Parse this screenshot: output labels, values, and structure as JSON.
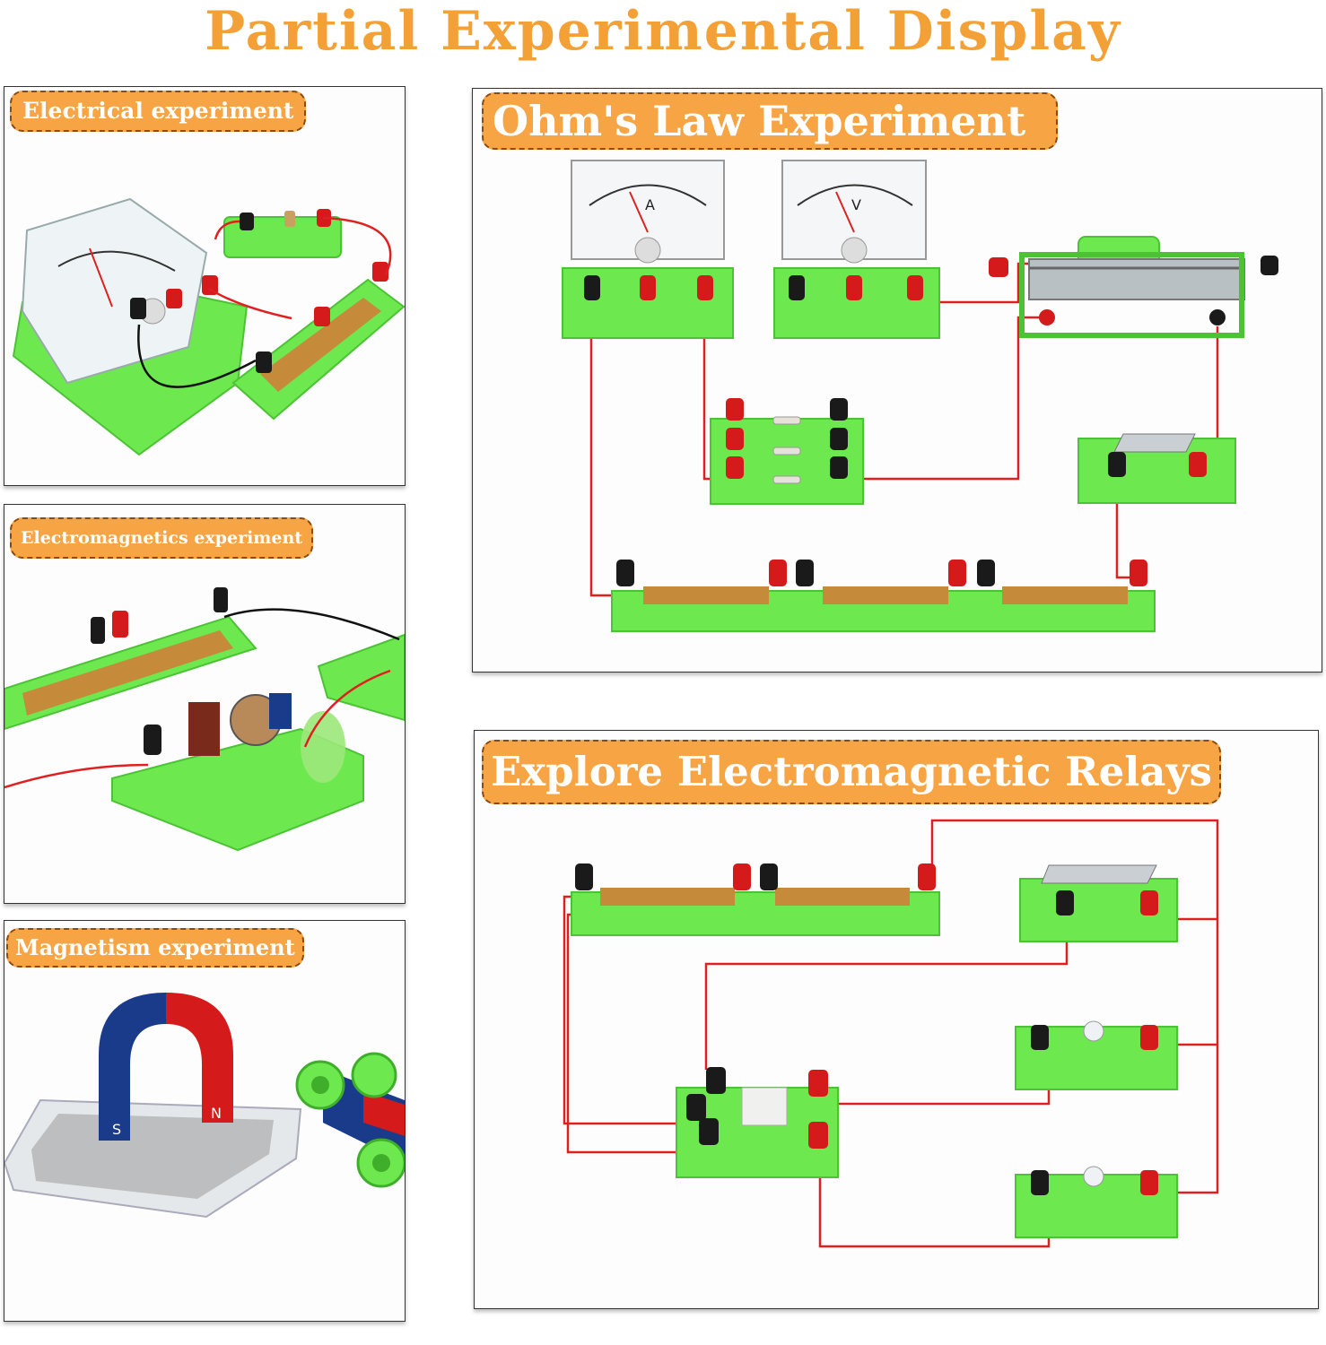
{
  "title": "Partial Experimental Display",
  "panels": {
    "electrical": {
      "label": "Electrical experiment"
    },
    "electromagnetics": {
      "label": "Electromagnetics experiment"
    },
    "magnetism": {
      "label": "Magnetism experiment"
    },
    "ohms_law": {
      "label": "Ohm's Law Experiment",
      "ammeter_symbol": "A",
      "voltmeter_symbol": "V"
    },
    "relays": {
      "label": "Explore Electromagnetic Relays"
    }
  },
  "magnet_poles": {
    "south": "S",
    "north": "N"
  },
  "colors": {
    "title_orange": "#f3a136",
    "tag_fill": "#f7a444",
    "wire_red": "#e02020",
    "board_green": "#6ee84f",
    "terminal_red": "#d41a1a",
    "terminal_black": "#1a1a1a"
  }
}
